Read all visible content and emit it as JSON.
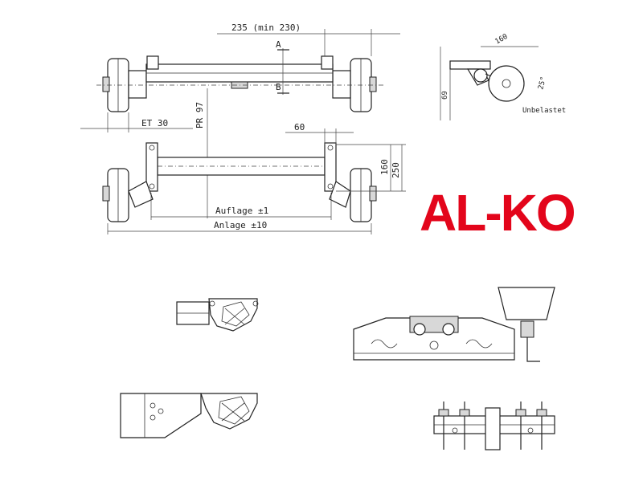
{
  "brand": {
    "logo_text": "AL-KO",
    "color": "#e3051b"
  },
  "dimensions": {
    "track_top": "235 (min 230)",
    "section_a": "A",
    "section_b": "B",
    "offset": "ET 30",
    "profile": "PR 97",
    "bracket_width": "60",
    "height_small": "160",
    "height_large": "250",
    "support": "Auflage ±1",
    "contact": "Anlage ±10"
  },
  "side_view": {
    "arm_length": "160",
    "angle": "25°",
    "height": "69",
    "state": "Unbelastet"
  }
}
